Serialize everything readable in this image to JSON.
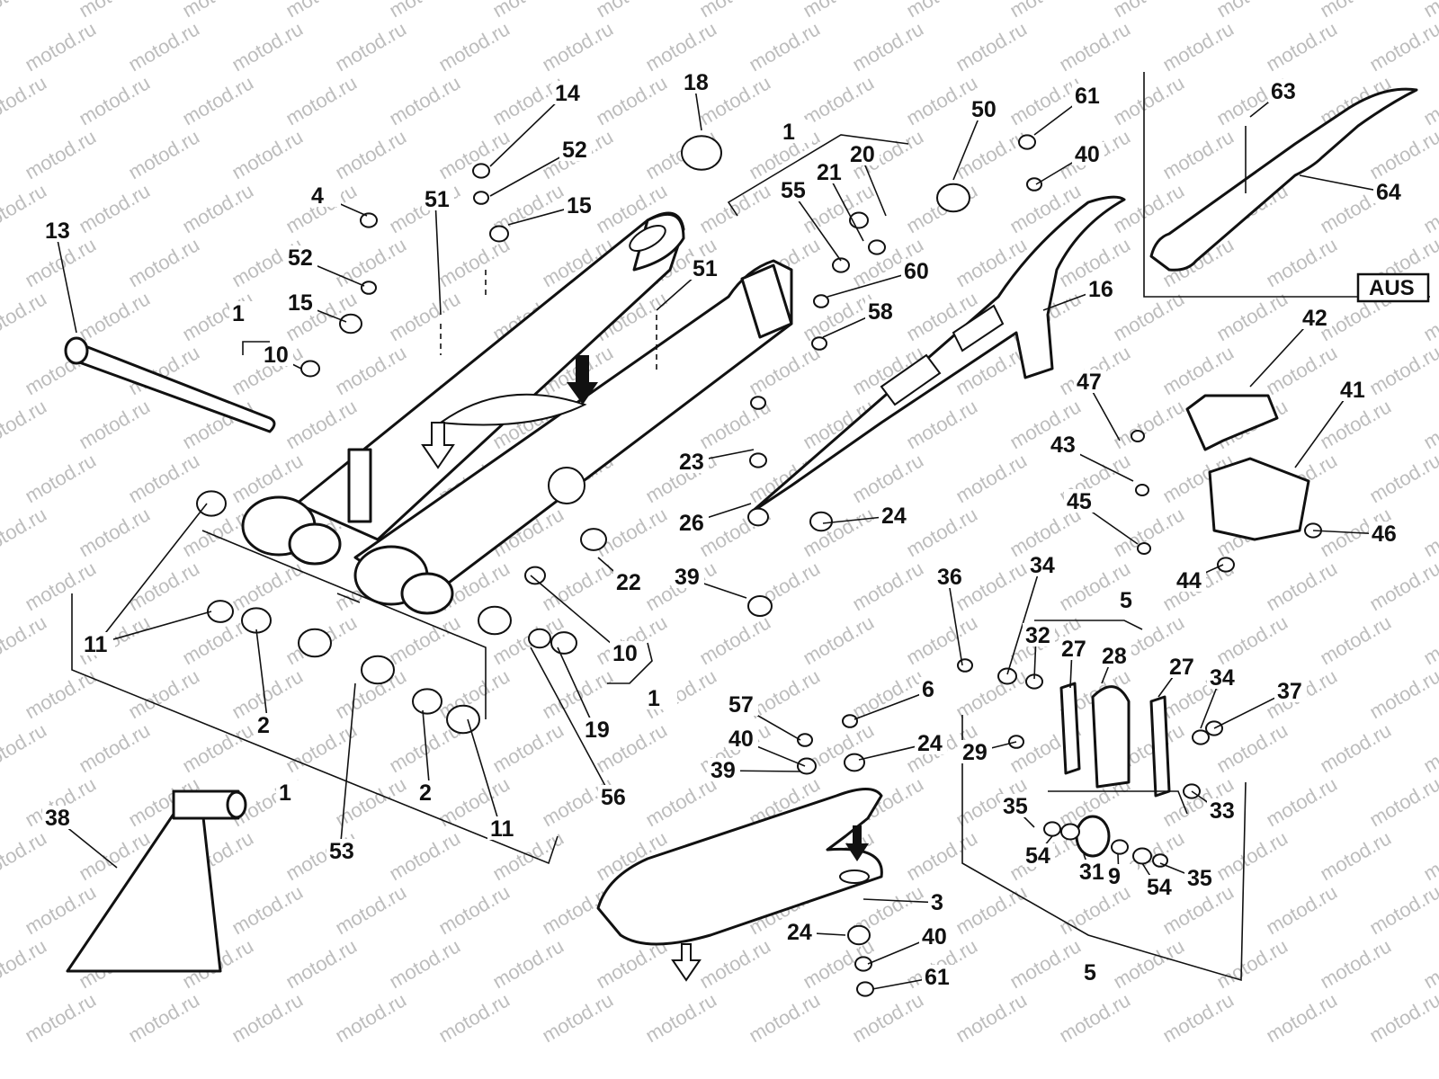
{
  "watermark": "motod.ru",
  "inset_badge": "AUS",
  "callouts": {
    "c13": "13",
    "c14": "14",
    "c52a": "52",
    "c52b": "52",
    "c15a": "15",
    "c15b": "15",
    "c4": "4",
    "c1a": "1",
    "c1b": "1",
    "c1c": "1",
    "c1d": "1",
    "c10a": "10",
    "c10b": "10",
    "c51a": "51",
    "c51b": "51",
    "c18": "18",
    "c55": "55",
    "c21": "21",
    "c20": "20",
    "c50": "50",
    "c61a": "61",
    "c61b": "61",
    "c40a": "40",
    "c40b": "40",
    "c40c": "40",
    "c16": "16",
    "c60": "60",
    "c58": "58",
    "c63": "63",
    "c64": "64",
    "c42": "42",
    "c41": "41",
    "c47": "47",
    "c43": "43",
    "c45": "45",
    "c46": "46",
    "c44": "44",
    "c23": "23",
    "c26": "26",
    "c24a": "24",
    "c24b": "24",
    "c24c": "24",
    "c22": "22",
    "c39a": "39",
    "c39b": "39",
    "c11a": "11",
    "c11b": "11",
    "c2a": "2",
    "c2b": "2",
    "c53": "53",
    "c19": "19",
    "c56": "56",
    "c38": "38",
    "c36": "36",
    "c34a": "34",
    "c34b": "34",
    "c5a": "5",
    "c5b": "5",
    "c32": "32",
    "c27a": "27",
    "c27b": "27",
    "c28": "28",
    "c37": "37",
    "c29": "29",
    "c33": "33",
    "c35a": "35",
    "c35b": "35",
    "c54a": "54",
    "c54b": "54",
    "c31": "31",
    "c9": "9",
    "c57": "57",
    "c6": "6",
    "c3": "3"
  }
}
